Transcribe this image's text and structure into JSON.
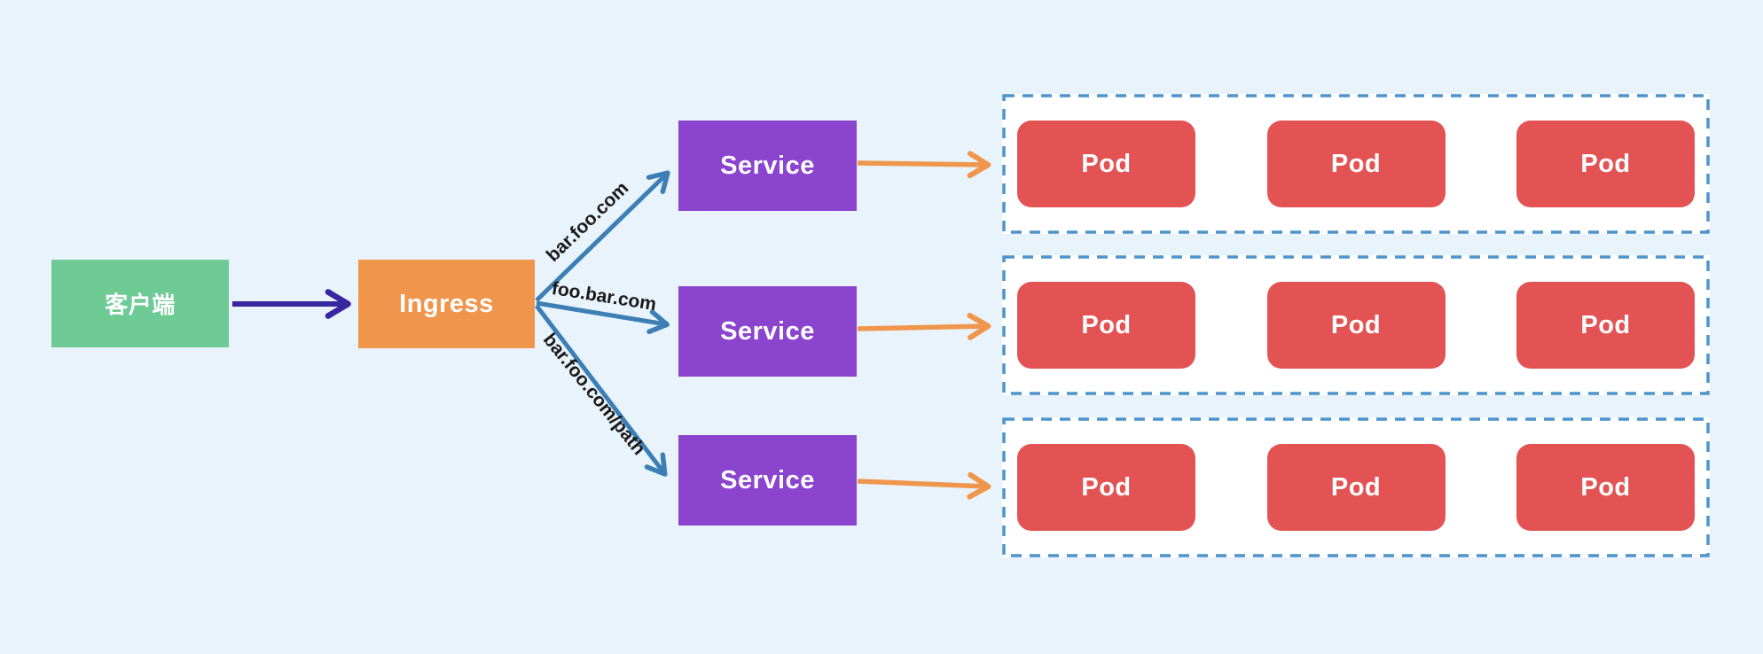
{
  "colors": {
    "background": "#E9F3FB",
    "client_fill": "#6FCB96",
    "ingress_fill": "#F0954C",
    "service_fill": "#8B44CE",
    "pod_fill": "#E45354",
    "edge_client_ingress": "#38279E",
    "edge_ingress_service": "#3D7FB5",
    "edge_service_pod": "#F0964C",
    "group_border": "#4E94CB",
    "group_fill": "#FFFFFF",
    "edge_label_text": "#1A1A1A",
    "node_text": "#FFFFFF"
  },
  "nodes": {
    "client": {
      "label": "客户端"
    },
    "ingress": {
      "label": "Ingress"
    },
    "services": [
      {
        "label": "Service"
      },
      {
        "label": "Service"
      },
      {
        "label": "Service"
      }
    ]
  },
  "routes": [
    {
      "label": "bar.foo.com"
    },
    {
      "label": "foo.bar.com"
    },
    {
      "label": "bar.foo.com/path"
    }
  ],
  "pod_groups": [
    {
      "pods": [
        {
          "label": "Pod"
        },
        {
          "label": "Pod"
        },
        {
          "label": "Pod"
        }
      ]
    },
    {
      "pods": [
        {
          "label": "Pod"
        },
        {
          "label": "Pod"
        },
        {
          "label": "Pod"
        }
      ]
    },
    {
      "pods": [
        {
          "label": "Pod"
        },
        {
          "label": "Pod"
        },
        {
          "label": "Pod"
        }
      ]
    }
  ]
}
